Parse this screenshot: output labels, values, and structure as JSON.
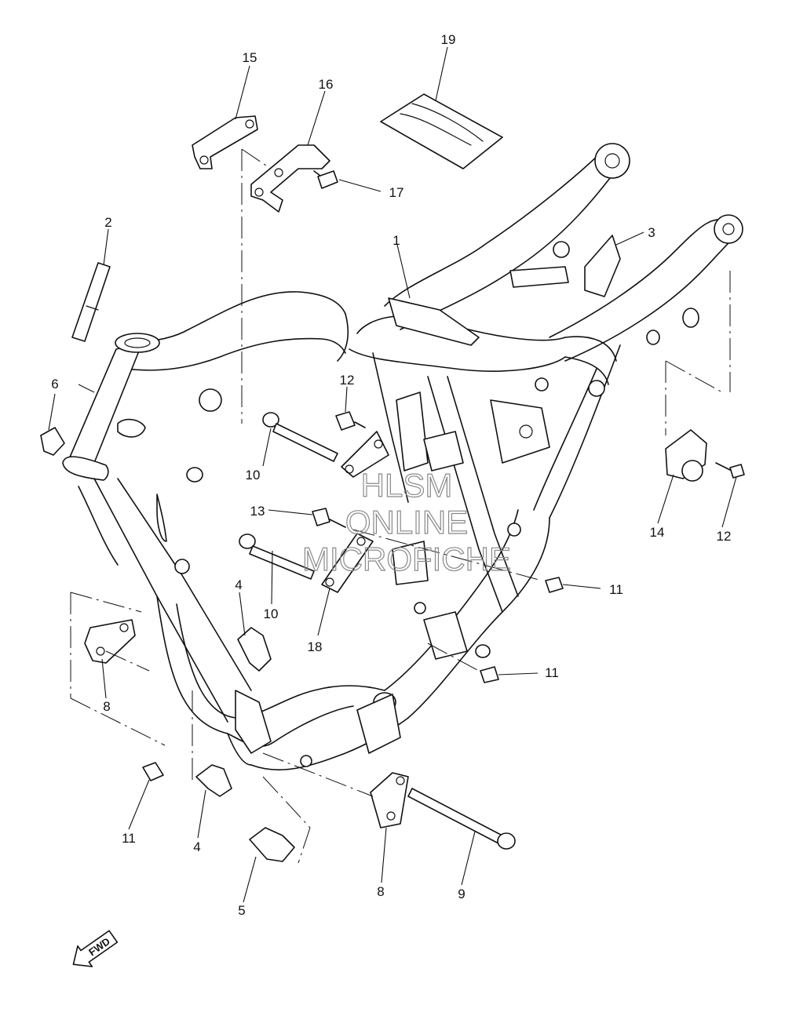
{
  "diagram": {
    "callouts": [
      {
        "id": "c1",
        "label": "1"
      },
      {
        "id": "c2",
        "label": "2"
      },
      {
        "id": "c3",
        "label": "3"
      },
      {
        "id": "c4a",
        "label": "4"
      },
      {
        "id": "c4b",
        "label": "4"
      },
      {
        "id": "c5",
        "label": "5"
      },
      {
        "id": "c6",
        "label": "6"
      },
      {
        "id": "c8a",
        "label": "8"
      },
      {
        "id": "c8b",
        "label": "8"
      },
      {
        "id": "c9",
        "label": "9"
      },
      {
        "id": "c10a",
        "label": "10"
      },
      {
        "id": "c10b",
        "label": "10"
      },
      {
        "id": "c11a",
        "label": "11"
      },
      {
        "id": "c11b",
        "label": "11"
      },
      {
        "id": "c11c",
        "label": "11"
      },
      {
        "id": "c12a",
        "label": "12"
      },
      {
        "id": "c12b",
        "label": "12"
      },
      {
        "id": "c13",
        "label": "13"
      },
      {
        "id": "c14",
        "label": "14"
      },
      {
        "id": "c15",
        "label": "15"
      },
      {
        "id": "c16",
        "label": "16"
      },
      {
        "id": "c17",
        "label": "17"
      },
      {
        "id": "c18",
        "label": "18"
      },
      {
        "id": "c19",
        "label": "19"
      }
    ],
    "watermark": {
      "line1": "HLSM",
      "line2": "ONLINE",
      "line3": "MICROFICHE"
    },
    "direction_arrow": {
      "label": "FWD"
    }
  }
}
